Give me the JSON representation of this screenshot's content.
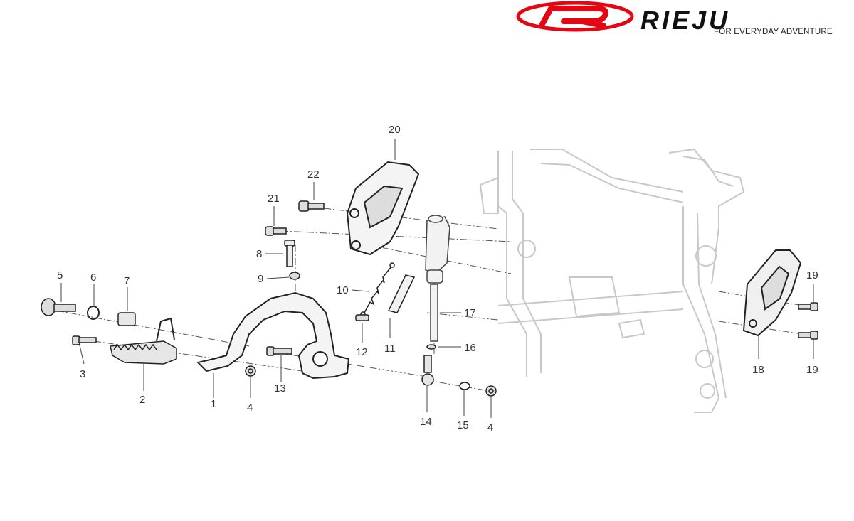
{
  "brand": {
    "name": "RIEJU",
    "tagline": "FOR EVERYDAY ADVENTURE",
    "colors": {
      "red": "#e30613",
      "black": "#111111"
    }
  },
  "callouts": [
    "1",
    "2",
    "3",
    "4",
    "4",
    "5",
    "6",
    "7",
    "8",
    "9",
    "10",
    "11",
    "12",
    "13",
    "14",
    "15",
    "16",
    "17",
    "18",
    "19",
    "19",
    "20",
    "21",
    "22"
  ]
}
